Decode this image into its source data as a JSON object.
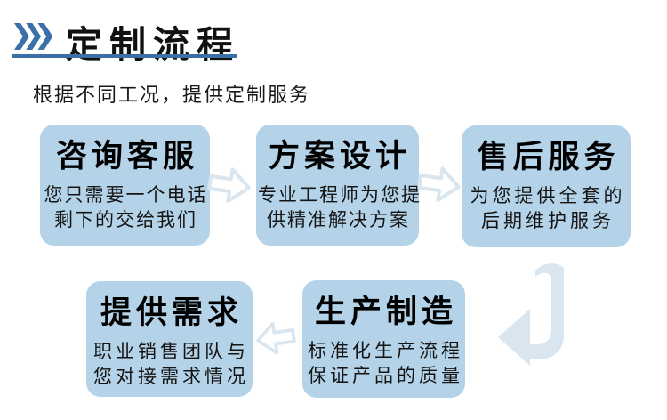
{
  "header": {
    "title": "定制流程",
    "subtitle": "根据不同工况，提供定制服务"
  },
  "icons": {
    "chevrons": "triple-chevron-right",
    "arrow_right": "block-arrow-right",
    "arrow_left": "block-arrow-left",
    "arrow_down_left": "curved-ribbon-arrow-down-left"
  },
  "colors": {
    "accent": "#3a6fa8",
    "chevron": "#3b70a9",
    "box_fill": "#b5d3e8",
    "arrow": "#d9e6ef",
    "ink": "#111111"
  },
  "flow": {
    "steps": [
      {
        "title": "咨询客服",
        "lines": [
          "您只需要一个电话",
          "剩下的交给我们"
        ]
      },
      {
        "title": "方案设计",
        "lines": [
          "专业工程师为您提",
          "供精准解决方案"
        ]
      },
      {
        "title": "售后服务",
        "lines": [
          "为您提供全套的",
          "后期维护服务"
        ]
      },
      {
        "title": "提供需求",
        "lines": [
          "职业销售团队与",
          "您对接需求情况"
        ]
      },
      {
        "title": "生产制造",
        "lines": [
          "标准化生产流程",
          "保证产品的质量"
        ]
      }
    ]
  }
}
